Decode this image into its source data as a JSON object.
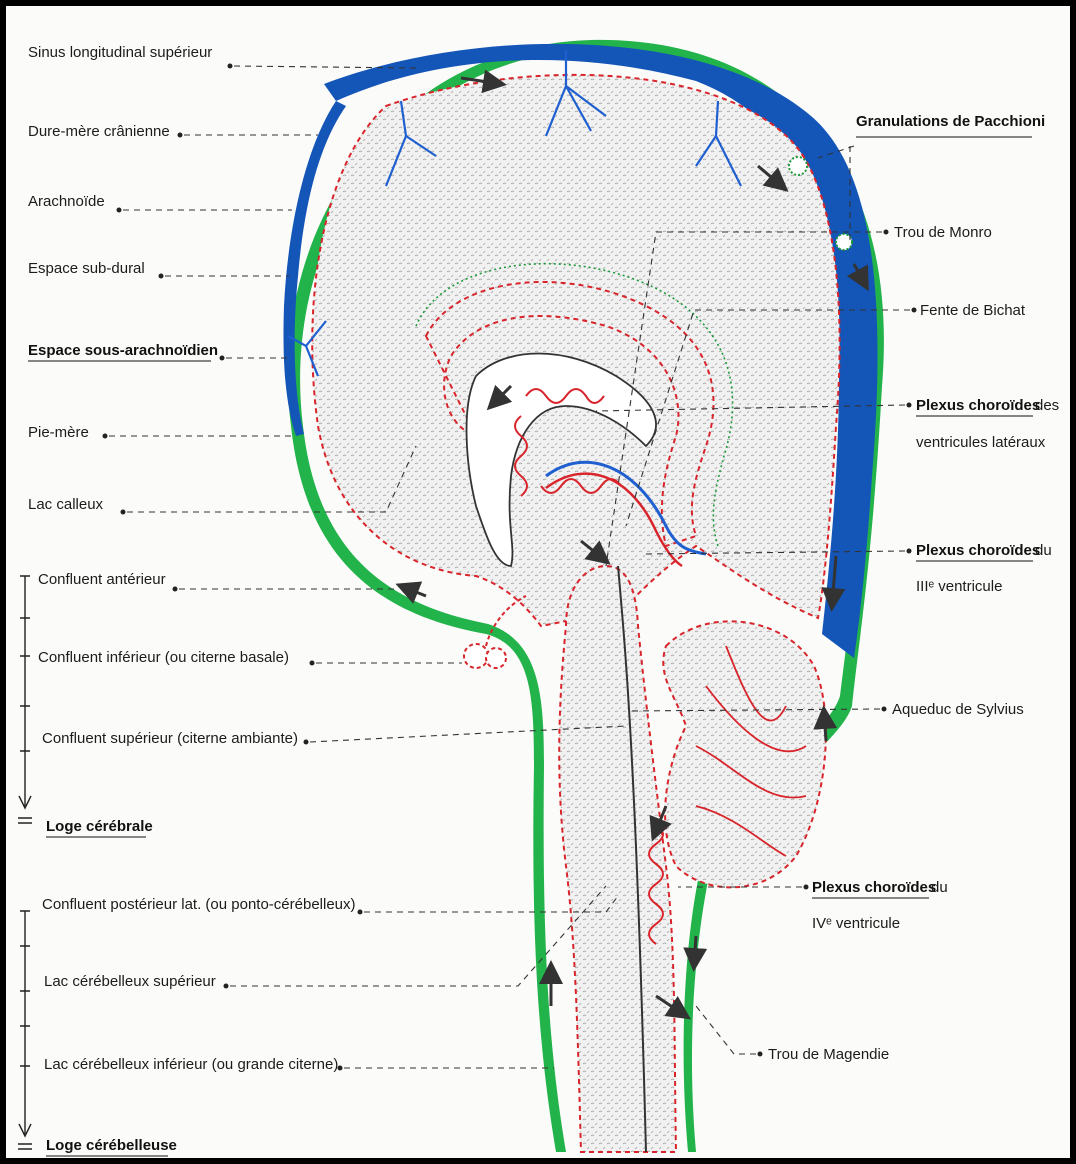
{
  "colors": {
    "dura": "#1fb24a",
    "sinus": "#1455b8",
    "vessel": "#1f5fd0",
    "pia": "#d8242a",
    "arach": "#1c9a3a",
    "tissue": "#efefef",
    "ventricle": "#ffffff",
    "arrow": "#333333"
  },
  "labels": {
    "sinus_longitudinal": "Sinus longitudinal supérieur",
    "dure_mere": "Dure-mère crânienne",
    "arachnoide": "Arachnoïde",
    "espace_sub_dural": "Espace sub-dural",
    "espace_sous_arachnoidien": "Espace sous-arachnoïdien",
    "pie_mere": "Pie-mère",
    "lac_calleux": "Lac calleux",
    "confluent_anterieur": "Confluent antérieur",
    "confluent_inferieur": "Confluent inférieur (ou citerne basale)",
    "confluent_superieur": "Confluent supérieur (citerne ambiante)",
    "loge_cerebrale": "Loge cérébrale",
    "confluent_posterieur": "Confluent postérieur lat. (ou ponto-cérébelleux)",
    "lac_cerebelleux_sup": "Lac cérébelleux supérieur",
    "lac_cerebelleux_inf": "Lac cérébelleux inférieur (ou grande citerne)",
    "loge_cerebelleuse": "Loge cérébelleuse",
    "granulations": "Granulations de Pacchioni",
    "trou_monro": "Trou de Monro",
    "fente_bichat": "Fente de Bichat",
    "plexus_lat_bold": "Plexus choroïdes",
    "plexus_lat_rest": " des",
    "plexus_lat_line2": "ventricules latéraux",
    "plexus_iii_bold": "Plexus choroïdes",
    "plexus_iii_rest": " du",
    "plexus_iii_line2": "IIIᵉ ventricule",
    "aqueduc": "Aqueduc de Sylvius",
    "plexus_iv_bold": "Plexus choroïdes",
    "plexus_iv_rest": " du",
    "plexus_iv_line2": "IVᵉ ventricule",
    "trou_magendie": "Trou de Magendie"
  }
}
